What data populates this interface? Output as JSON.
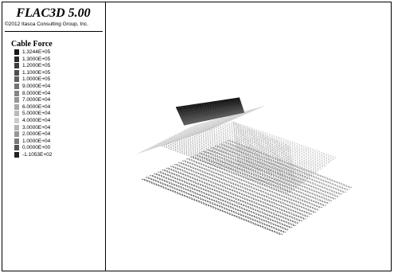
{
  "app": {
    "title": "FLAC3D 5.00",
    "copyright": "©2012 Itasca Consulting Group, Inc."
  },
  "legend": {
    "title": "Cable Force",
    "items": [
      {
        "label": "1.3244E+05",
        "color": "#1a1a1a"
      },
      {
        "label": "1.3000E+05",
        "color": "#2b2b2b"
      },
      {
        "label": "1.2000E+05",
        "color": "#3d3d3d"
      },
      {
        "label": "1.1000E+05",
        "color": "#4f4f4f"
      },
      {
        "label": "1.0000E+05",
        "color": "#616161"
      },
      {
        "label": "9.0000E+04",
        "color": "#737373"
      },
      {
        "label": "8.0000E+04",
        "color": "#858585"
      },
      {
        "label": "7.0000E+04",
        "color": "#979797"
      },
      {
        "label": "6.0000E+04",
        "color": "#a9a9a9"
      },
      {
        "label": "5.0000E+04",
        "color": "#bbbbbb"
      },
      {
        "label": "4.0000E+04",
        "color": "#cccccc"
      },
      {
        "label": "3.0000E+04",
        "color": "#b3b3b3"
      },
      {
        "label": "2.0000E+04",
        "color": "#969696"
      },
      {
        "label": "1.0000E+04",
        "color": "#7a7a7a"
      },
      {
        "label": "0.0000E+00",
        "color": "#555555"
      },
      {
        "label": "-1.1053E+02",
        "color": "#222222"
      }
    ]
  }
}
